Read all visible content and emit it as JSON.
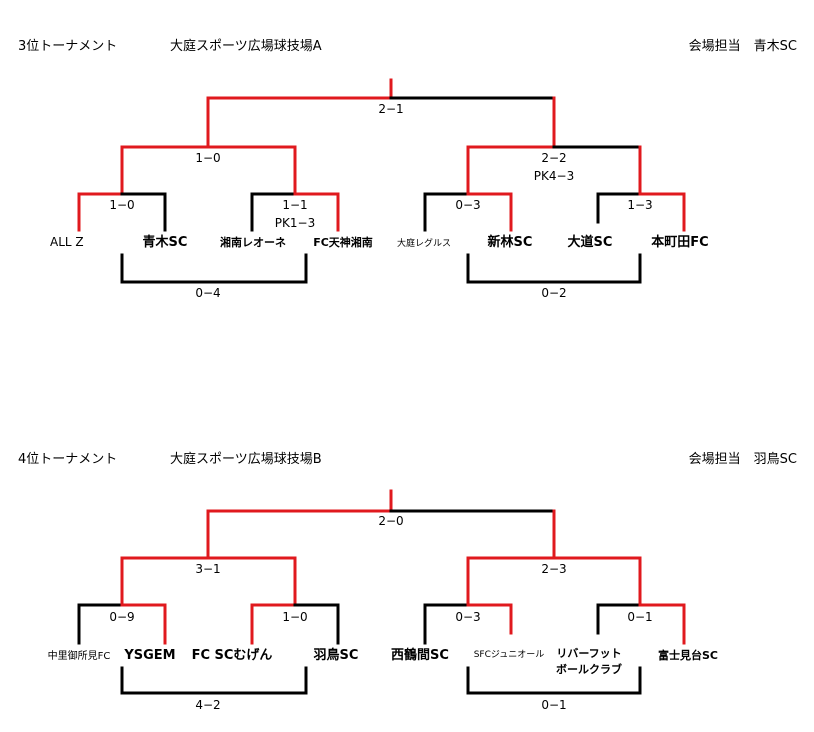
{
  "colors": {
    "win": "#e0191e",
    "lose": "#000000"
  },
  "sections": [
    {
      "title": "3位トーナメント",
      "venue": "大庭スポーツ広場球技場A",
      "manager": "会場担当　青木SC",
      "final_score": "2−1",
      "semi_left_score": "1−0",
      "semi_right_score": "2−2",
      "semi_right_pk": "PK4−3",
      "r1_scores": [
        "1−0",
        "1−1",
        "0−3",
        "1−3"
      ],
      "r1_pk": "PK1−3",
      "placement_left": "0−4",
      "placement_right": "0−2",
      "teams": [
        "ALL Z",
        "青木SC",
        "湘南レオーネ",
        "FC天神湘南",
        "大庭レグルス",
        "新林SC",
        "大道SC",
        "本町田FC"
      ]
    },
    {
      "title": "4位トーナメント",
      "venue": "大庭スポーツ広場球技場B",
      "manager": "会場担当　羽鳥SC",
      "final_score": "2−0",
      "semi_left_score": "3−1",
      "semi_right_score": "2−3",
      "r1_scores": [
        "0−9",
        "1−0",
        "0−3",
        "0−1"
      ],
      "placement_left": "4−2",
      "placement_right": "0−1",
      "teams": [
        "中里御所見FC",
        "YSGEM",
        "FC SCむげん",
        "羽鳥SC",
        "西鶴間SC",
        "SFCジュニオール",
        "リバーフット",
        "富士見台SC"
      ],
      "team_extra": "ボールクラブ"
    }
  ]
}
